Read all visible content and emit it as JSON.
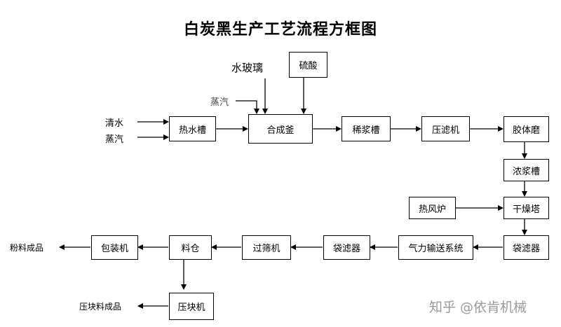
{
  "title": "白炭黑生产工艺流程方框图",
  "inputs": {
    "water": "清水",
    "steam1": "蒸汽",
    "steam2": "蒸汽",
    "water_glass": "水玻璃"
  },
  "boxes": {
    "acid": "硫酸",
    "hot_water_tank": "热水槽",
    "reactor": "合成釜",
    "dilute_slurry": "稀浆槽",
    "filter_press": "压滤机",
    "colloid_mill": "胶体磨",
    "thick_slurry": "浓浆槽",
    "hot_air_furnace": "热风炉",
    "dryer": "干燥塔",
    "bag_filter_1": "袋滤器",
    "pneumatic": "气力输送系统",
    "bag_filter_2": "袋滤器",
    "sieve": "过筛机",
    "silo": "料仓",
    "packer": "包装机",
    "briquetter": "压块机"
  },
  "outputs": {
    "powder": "粉料成品",
    "block": "压块料成品"
  },
  "watermark": "知乎 @依肯机械"
}
